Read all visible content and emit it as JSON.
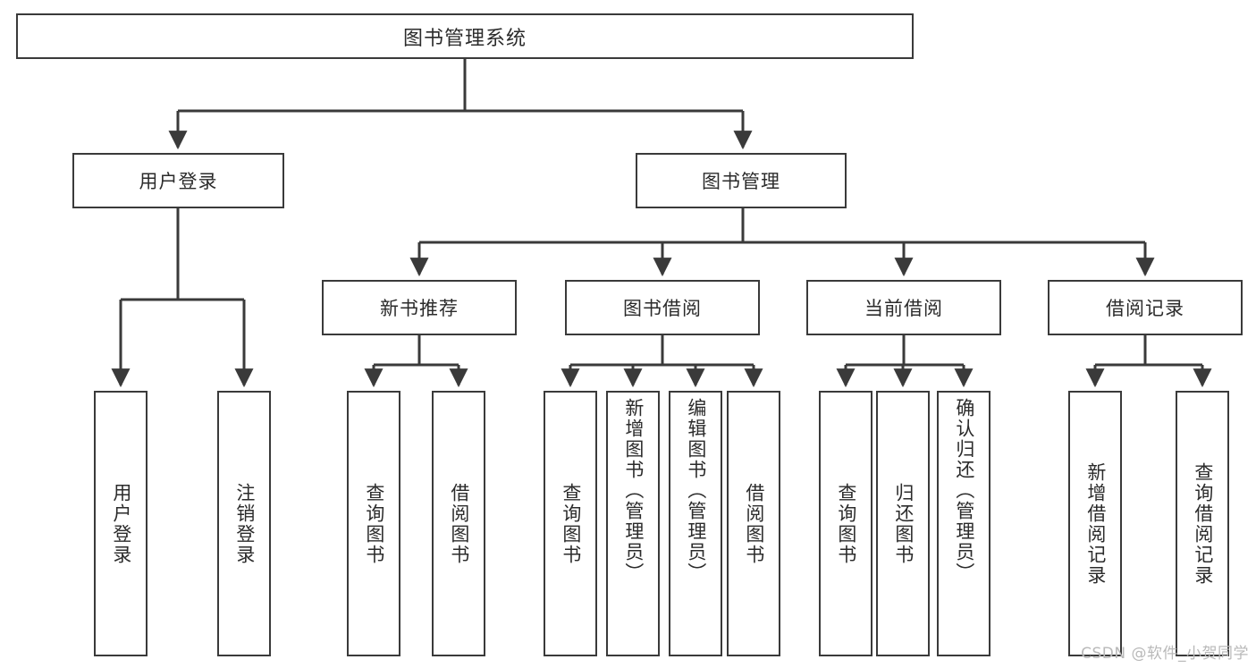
{
  "diagram": {
    "title": "图书管理系统",
    "type": "tree-hierarchy-diagram",
    "root": {
      "label": "图书管理系统"
    },
    "level2": [
      {
        "label": "用户登录"
      },
      {
        "label": "图书管理"
      }
    ],
    "level3": [
      {
        "label": "新书推荐"
      },
      {
        "label": "图书借阅"
      },
      {
        "label": "当前借阅"
      },
      {
        "label": "借阅记录"
      }
    ],
    "leaves": {
      "user_login": [
        {
          "label": "用户登录"
        },
        {
          "label": "注销登录"
        }
      ],
      "new_book_recommend": [
        {
          "label": "查询图书"
        },
        {
          "label": "借阅图书"
        }
      ],
      "book_borrow": [
        {
          "label": "查询图书"
        },
        {
          "label": "新增图书（管理员）"
        },
        {
          "label": "编辑图书（管理员）"
        },
        {
          "label": "借阅图书"
        }
      ],
      "current_borrow": [
        {
          "label": "查询图书"
        },
        {
          "label": "归还图书"
        },
        {
          "label": "确认归还（管理员）"
        }
      ],
      "borrow_records": [
        {
          "label": "新增借阅记录"
        },
        {
          "label": "查询借阅记录"
        }
      ]
    }
  },
  "watermark": {
    "text": "CSDN @软件_小贺同学"
  },
  "colors": {
    "box_border": "#3a3a3a",
    "text": "#2b2b2b",
    "background": "#ffffff",
    "connector": "#3a3a3a",
    "watermark": "#b9b9b9"
  }
}
